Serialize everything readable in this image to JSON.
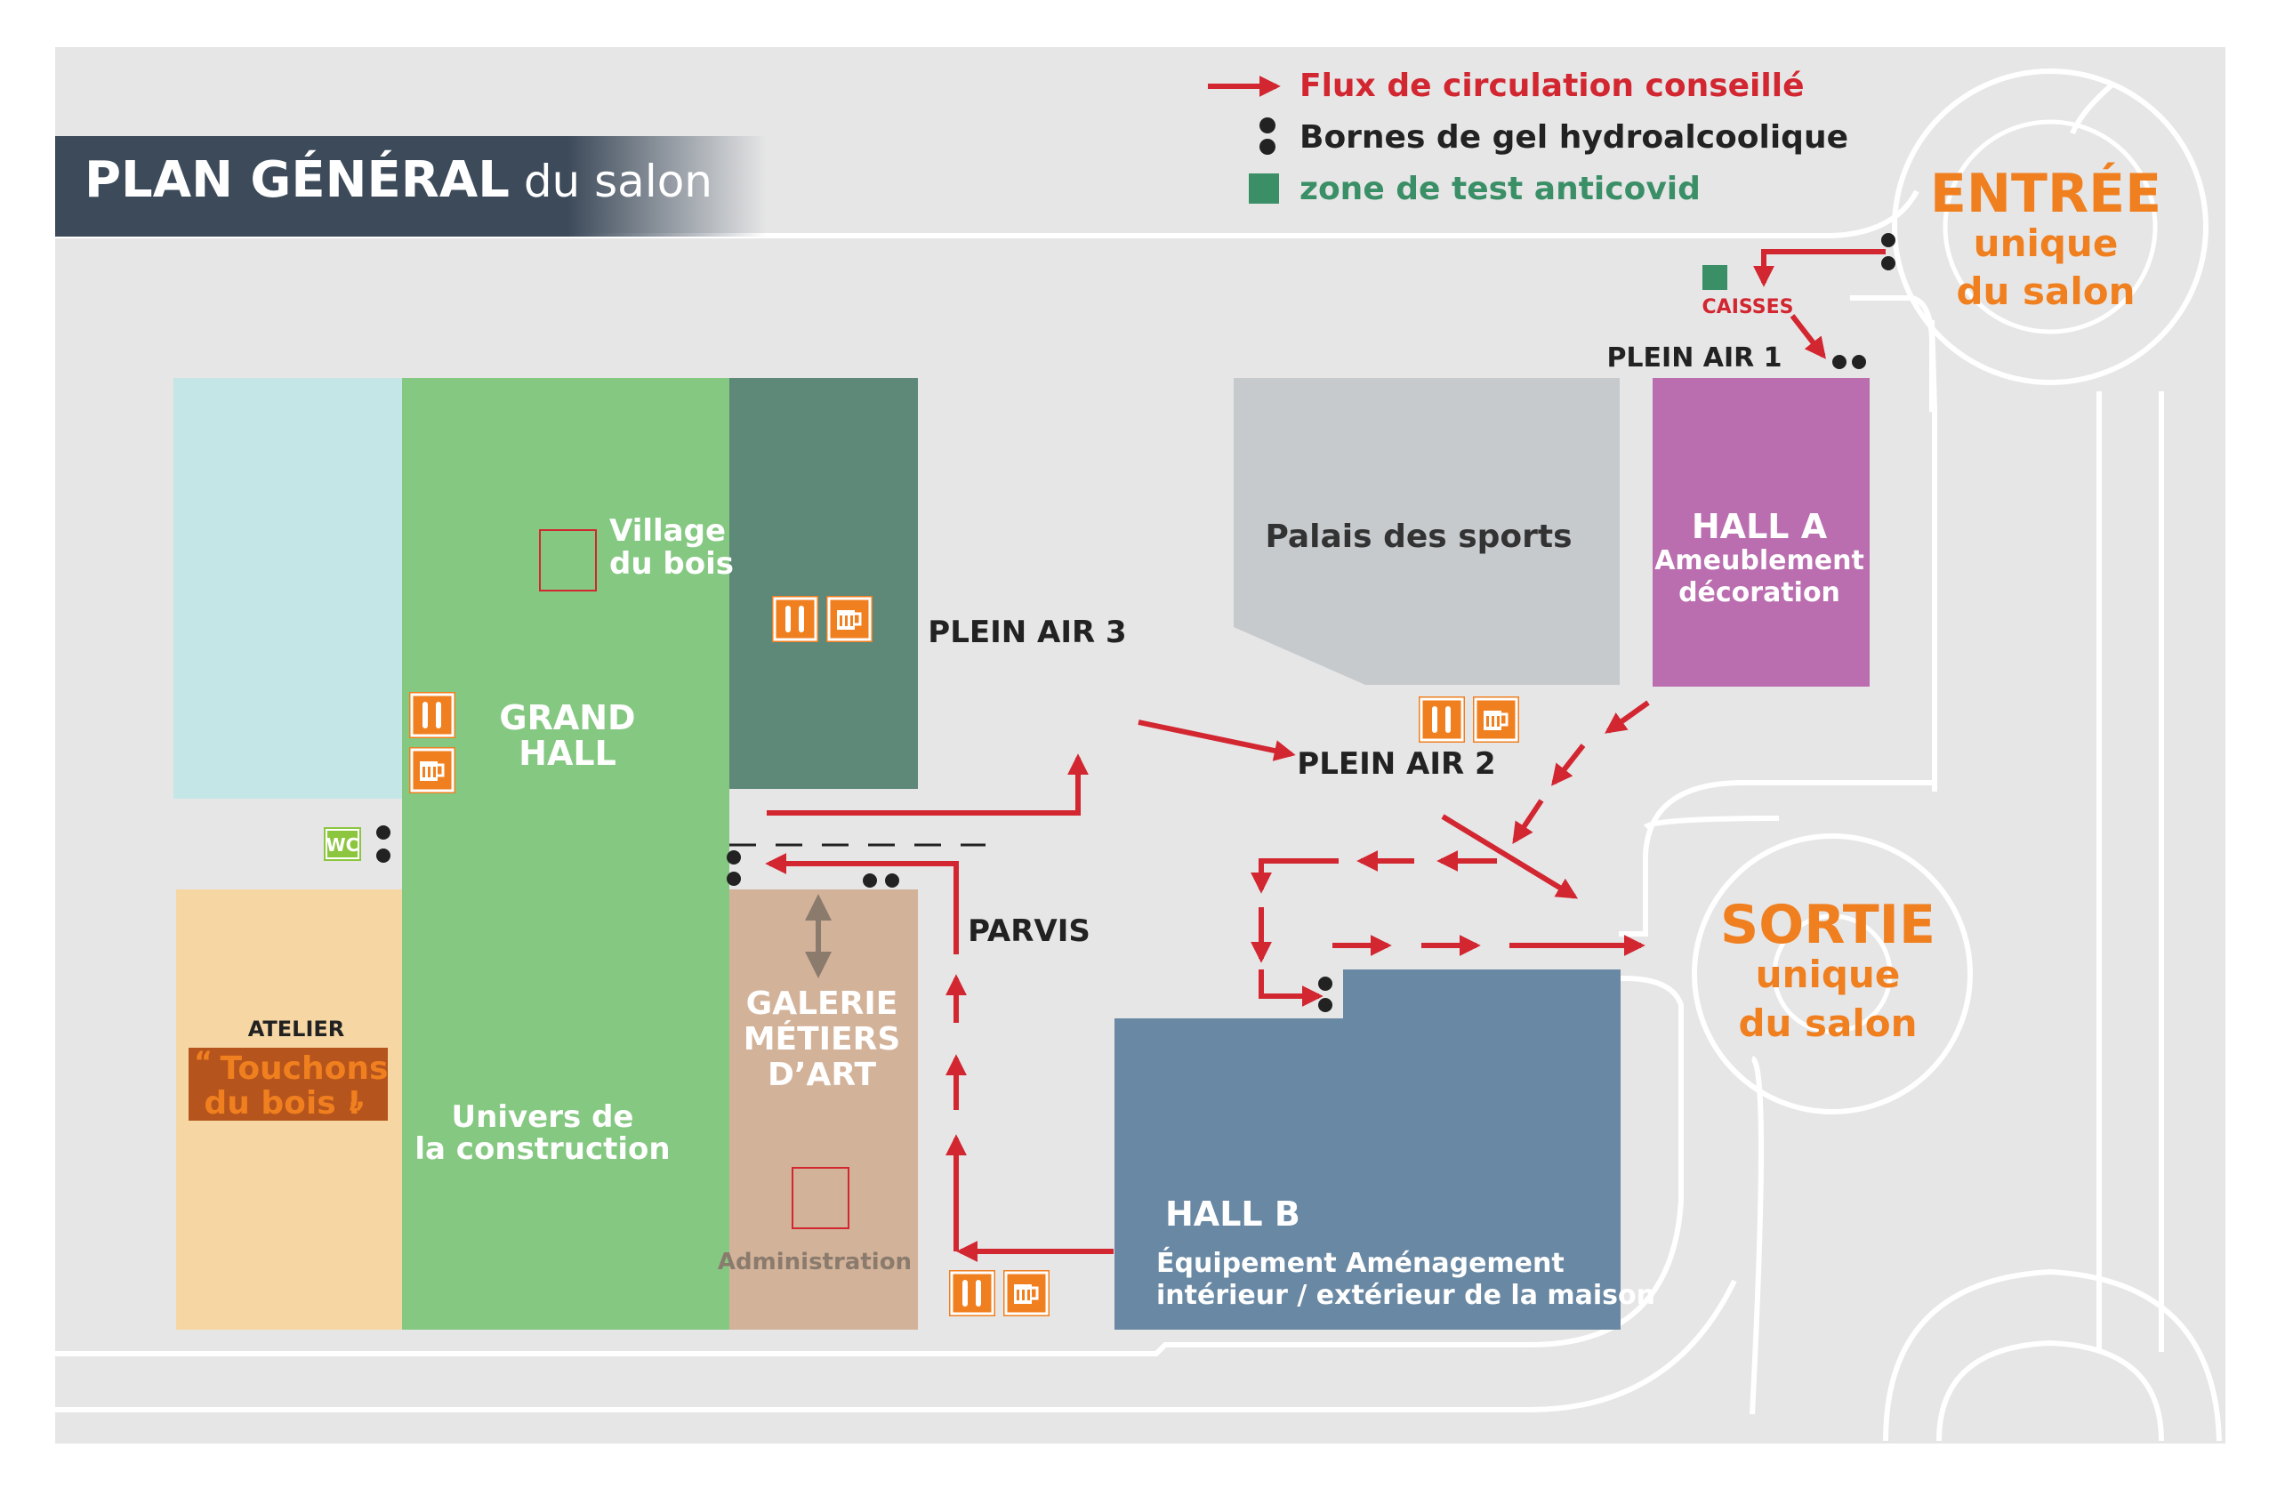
{
  "title": {
    "main": "PLAN GÉNÉRAL",
    "sub": " du salon"
  },
  "legend": {
    "flux": "Flux de circulation conseillé",
    "bornes": "Bornes de gel hydroalcoolique",
    "test": "zone de test anticovid"
  },
  "entrance": {
    "line1": "ENTRÉE",
    "line2": "unique",
    "line3": "du salon"
  },
  "exit": {
    "line1": "SORTIE",
    "line2": "unique",
    "line3": "du salon"
  },
  "caisses": "CAISSES",
  "plein_air_1": "PLEIN AIR 1",
  "plein_air_2": "PLEIN AIR 2",
  "plein_air_3": "PLEIN AIR 3",
  "parvis": "PARVIS",
  "palais": "Palais des sports",
  "hall_a": {
    "title": "HALL A",
    "line1": "Ameublement",
    "line2": "décoration"
  },
  "hall_b": {
    "title": "HALL B",
    "line1": "Équipement Aménagement",
    "line2": "intérieur / extérieur de la maison"
  },
  "grand_hall": {
    "line1": "GRAND",
    "line2": "HALL"
  },
  "village": {
    "line1": "Village",
    "line2": "du bois"
  },
  "univers": {
    "line1": "Univers de",
    "line2": "la construction"
  },
  "galerie": {
    "line1": "GALERIE",
    "line2": "MÉTIERS",
    "line3": "D’ART"
  },
  "administration": "Administration",
  "atelier": {
    "label": "ATELIER",
    "line1": "Touchons",
    "line2": "du bois !"
  },
  "wc": "WC",
  "colors": {
    "background": "#e6e6e7",
    "road_line": "#ffffff",
    "arrow_red": "#d22630",
    "orange_text": "#f07f1f",
    "test_green": "#3b8f67",
    "grand_hall": "#85c882",
    "light_blue": "#c5e6e6",
    "plein_air_3_building": "#5e8878",
    "galerie": "#d3b29a",
    "atelier": "#f6d7a4",
    "palais": "#c6cacd",
    "hall_a": "#ba6daf",
    "hall_b": "#6988a3",
    "header": "#3c4a5a"
  },
  "icons": [
    "arrow-icon",
    "gel-dots-icon",
    "test-zone-icon",
    "cutlery-icon",
    "beer-mug-icon",
    "double-arrow-icon",
    "wc-icon"
  ]
}
